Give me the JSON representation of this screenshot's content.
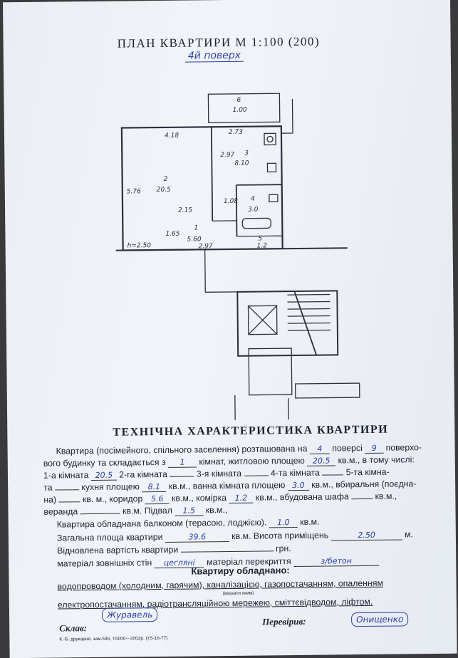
{
  "doc": {
    "title": "ПЛАН КВАРТИРИ М 1:100 (200)",
    "floor_note": "4й поверх",
    "plan_labels": {
      "room6_num": "6",
      "room6_area": "1.00",
      "top_dim": "4.18",
      "dim_273": "2.73",
      "room3_num": "3",
      "room3_area": "8.10",
      "dim_297v": "2.97",
      "dim_576": "5.76",
      "room2_num": "2",
      "room2_area": "20.5",
      "room4_num": "4",
      "room4_area": "3.0",
      "dim_108": "1.08",
      "dim_215": "2.15",
      "room1_num": "1",
      "room1_area": "5.60",
      "dim_165": "1.65",
      "height": "h=2.50",
      "dim_297": "2.97",
      "room5_num": "5",
      "room5_area": "1.2"
    },
    "section_title": "ТЕХНІЧНА ХАРАКТЕРИСТИКА КВАРТИРИ",
    "l1_a": "Квартира (посімейного, спільного заселення) розташована на",
    "floor_val": "4",
    "l1_b": "поверсі",
    "floors_total": "9",
    "l1_c": "поверхо-",
    "l2_a": "вого будинку та складається з",
    "rooms_val": "1",
    "l2_b": "кімнат, житловою площею",
    "living_area": "20.5",
    "l2_c": "кв.м., в тому числі:",
    "l3_a": "1-а кімната",
    "room1_val": "20.5",
    "l3_b": "2-га кімната",
    "l3_c": "3-я кімната",
    "l3_d": "4-та кімната",
    "l3_e": "5-та кімна-",
    "l4_a": "та",
    "l4_b": "кухня площею",
    "kitchen_val": "8.1",
    "l4_c": "кв.м., ванна кімната площею",
    "bath_val": "3.0",
    "l4_d": "кв.м., вбиральня (поєдна-",
    "l5_a": "на)",
    "l5_b": "кв. м., коридор",
    "corridor_val": "5.6",
    "l5_c": "кв.м., комірка",
    "closet_val": "1.2",
    "l5_d": "кв.м., вбудована шафа",
    "l5_e": "кв.м.,",
    "l6_a": "веранда",
    "l6_b": "кв.м. Підвал",
    "basement_val": "1.5",
    "l6_c": "кв.м.,",
    "l7_a": "Квартира обладнана балконом (терасою, лоджією).",
    "balcony_val": "1.0",
    "l7_b": "кв.м.",
    "l8_a": "Загальна площа квартири",
    "total_area": "39.6",
    "l8_b": "кв.м. Висота приміщень",
    "height_val": "2.50",
    "l8_c": "м.",
    "l9_a": "Відновлена вартість квартири",
    "l9_b": "грн.",
    "l10_a": "матеріал зовнішніх стін",
    "walls_val": "цегляні",
    "l10_b": "матеріал перекриття",
    "ceiling_val": "з/бетон",
    "equipped": "Квартиру обладнано:",
    "eq1": "водопроводом (холодним, гарячим), каналізацією, газопостачанням, опаленням",
    "eq_note": "(вказати яким)",
    "eq2": "електропостачанням, радіотрансляційною мережею, сміттєвідводом, ліфтом.",
    "sklav": "Склав:",
    "sklav_sig": "Журавель",
    "checked": "Перевірив:",
    "checked_sig": "Онищенко",
    "printer": "К.-Б. друкарня, зам.546, т.5000—2002р. (т.5-16-77)"
  }
}
